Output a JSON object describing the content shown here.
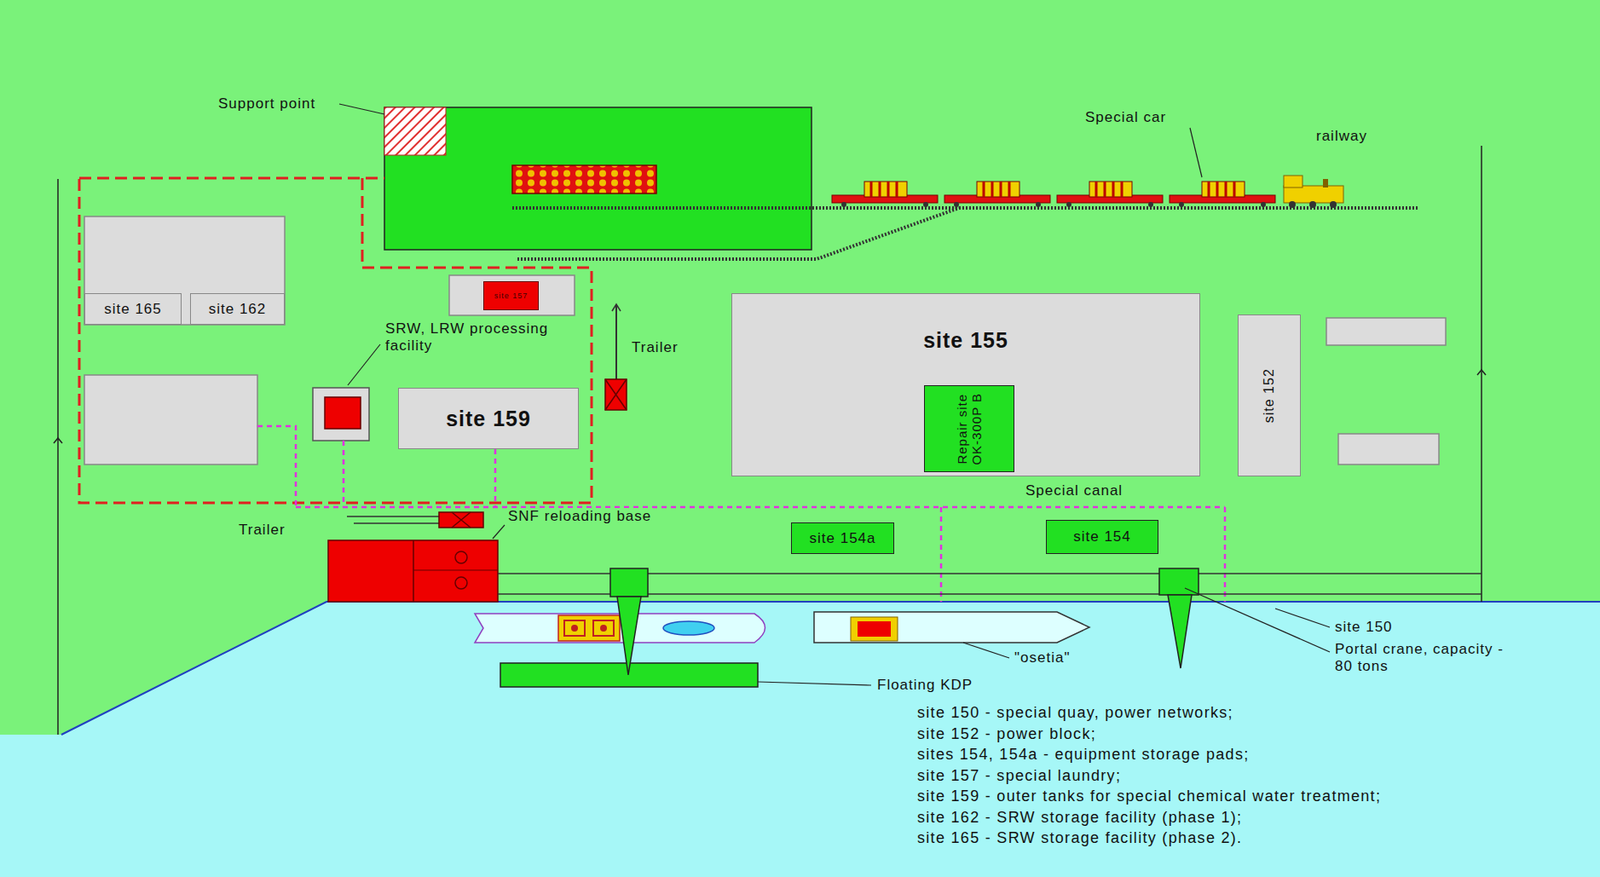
{
  "diagram": {
    "nodes": [
      {
        "text": [
          "site 165"
        ]
      },
      {
        "text": [
          "site 162"
        ]
      },
      {
        "text": [
          "site 157"
        ]
      },
      {
        "text": [
          "site 159"
        ]
      },
      {
        "text": [
          "site 155"
        ]
      },
      {
        "text": [
          "Repair site OK-300P B"
        ],
        "in": 4
      },
      {
        "text": [
          "site 152"
        ]
      },
      {
        "text": [
          "site 154a"
        ]
      },
      {
        "text": [
          "site 154"
        ]
      }
    ],
    "labels": [
      "Support point",
      "Special car",
      "railway",
      "SRW, LRW processing facility",
      "Trailer",
      "Trailer",
      "SNF reloading base",
      "Special canal",
      "site 150",
      "Portal crane, capacity - 80 tons",
      "\"osetia\"",
      "Floating KDP",
      "site 150 - special quay, power networks;",
      "site 152 - power block;",
      "sites 154, 154a - equipment storage pads;",
      "site 157 - special laundry;",
      "site 159 - outer tanks for special chemical water treatment;",
      "site 162 - SRW storage facility (phase 1);",
      "site 165 - SRW storage facility (phase 2)."
    ]
  }
}
